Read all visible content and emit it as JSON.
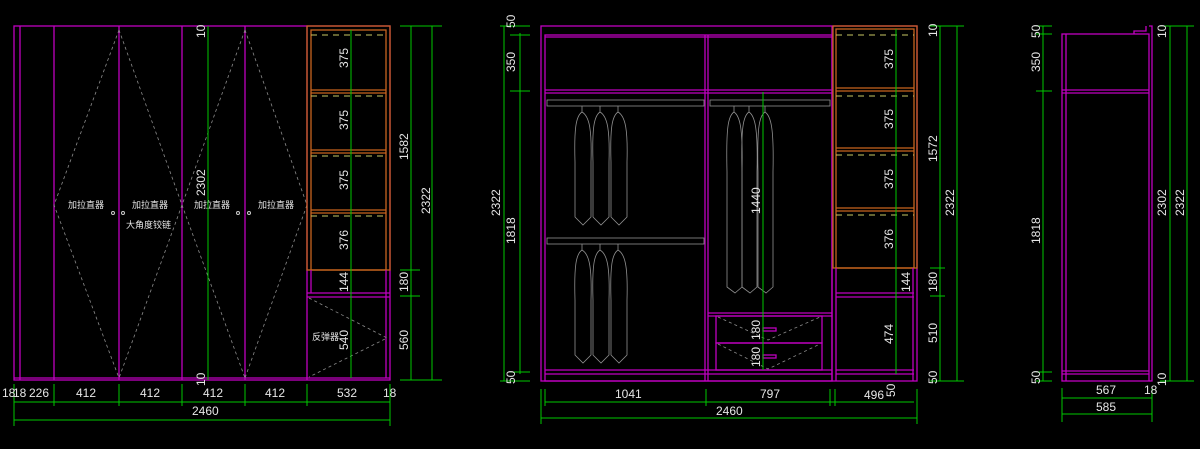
{
  "front_view": {
    "door_labels": [
      "加拉直器",
      "加拉直器",
      "加拉直器",
      "加拉直器"
    ],
    "hinge_label": "大角度铰链",
    "rebounder_label": "反弹器",
    "shelf_dims": [
      "375",
      "375",
      "375",
      "376",
      "144",
      "540"
    ],
    "height_dims": {
      "top": "10",
      "bottom": "10",
      "inner": "2302",
      "upper": "1582",
      "total": "2322",
      "mid": "180",
      "lower": "560"
    },
    "width_dims": [
      "18",
      "18",
      "226",
      "412",
      "412",
      "412",
      "412",
      "532",
      "18"
    ],
    "total_width": "2460"
  },
  "interior_view": {
    "left_dims": {
      "top": "50",
      "upper": "350",
      "main": "1818",
      "bottom": "50",
      "total": "2322"
    },
    "shelf_dims": [
      "375",
      "375",
      "375",
      "376",
      "144",
      "474"
    ],
    "right_dims": {
      "top": "10",
      "upper": "1572",
      "total": "2322",
      "mid": "180",
      "lower": "510",
      "bottom": "50"
    },
    "hanging_dim": "1440",
    "drawer_dims": [
      "180",
      "180"
    ],
    "width_dims": [
      "1041",
      "797",
      "496",
      "50"
    ],
    "total_width": "2460"
  },
  "side_view": {
    "left_dims": {
      "top": "50",
      "upper": "350",
      "main": "1818",
      "bottom": "50"
    },
    "right_dims": {
      "top": "10",
      "inner": "2302",
      "total": "2322",
      "bottom": "10"
    },
    "width_dims": [
      "567",
      "18"
    ],
    "total_width": "585"
  }
}
